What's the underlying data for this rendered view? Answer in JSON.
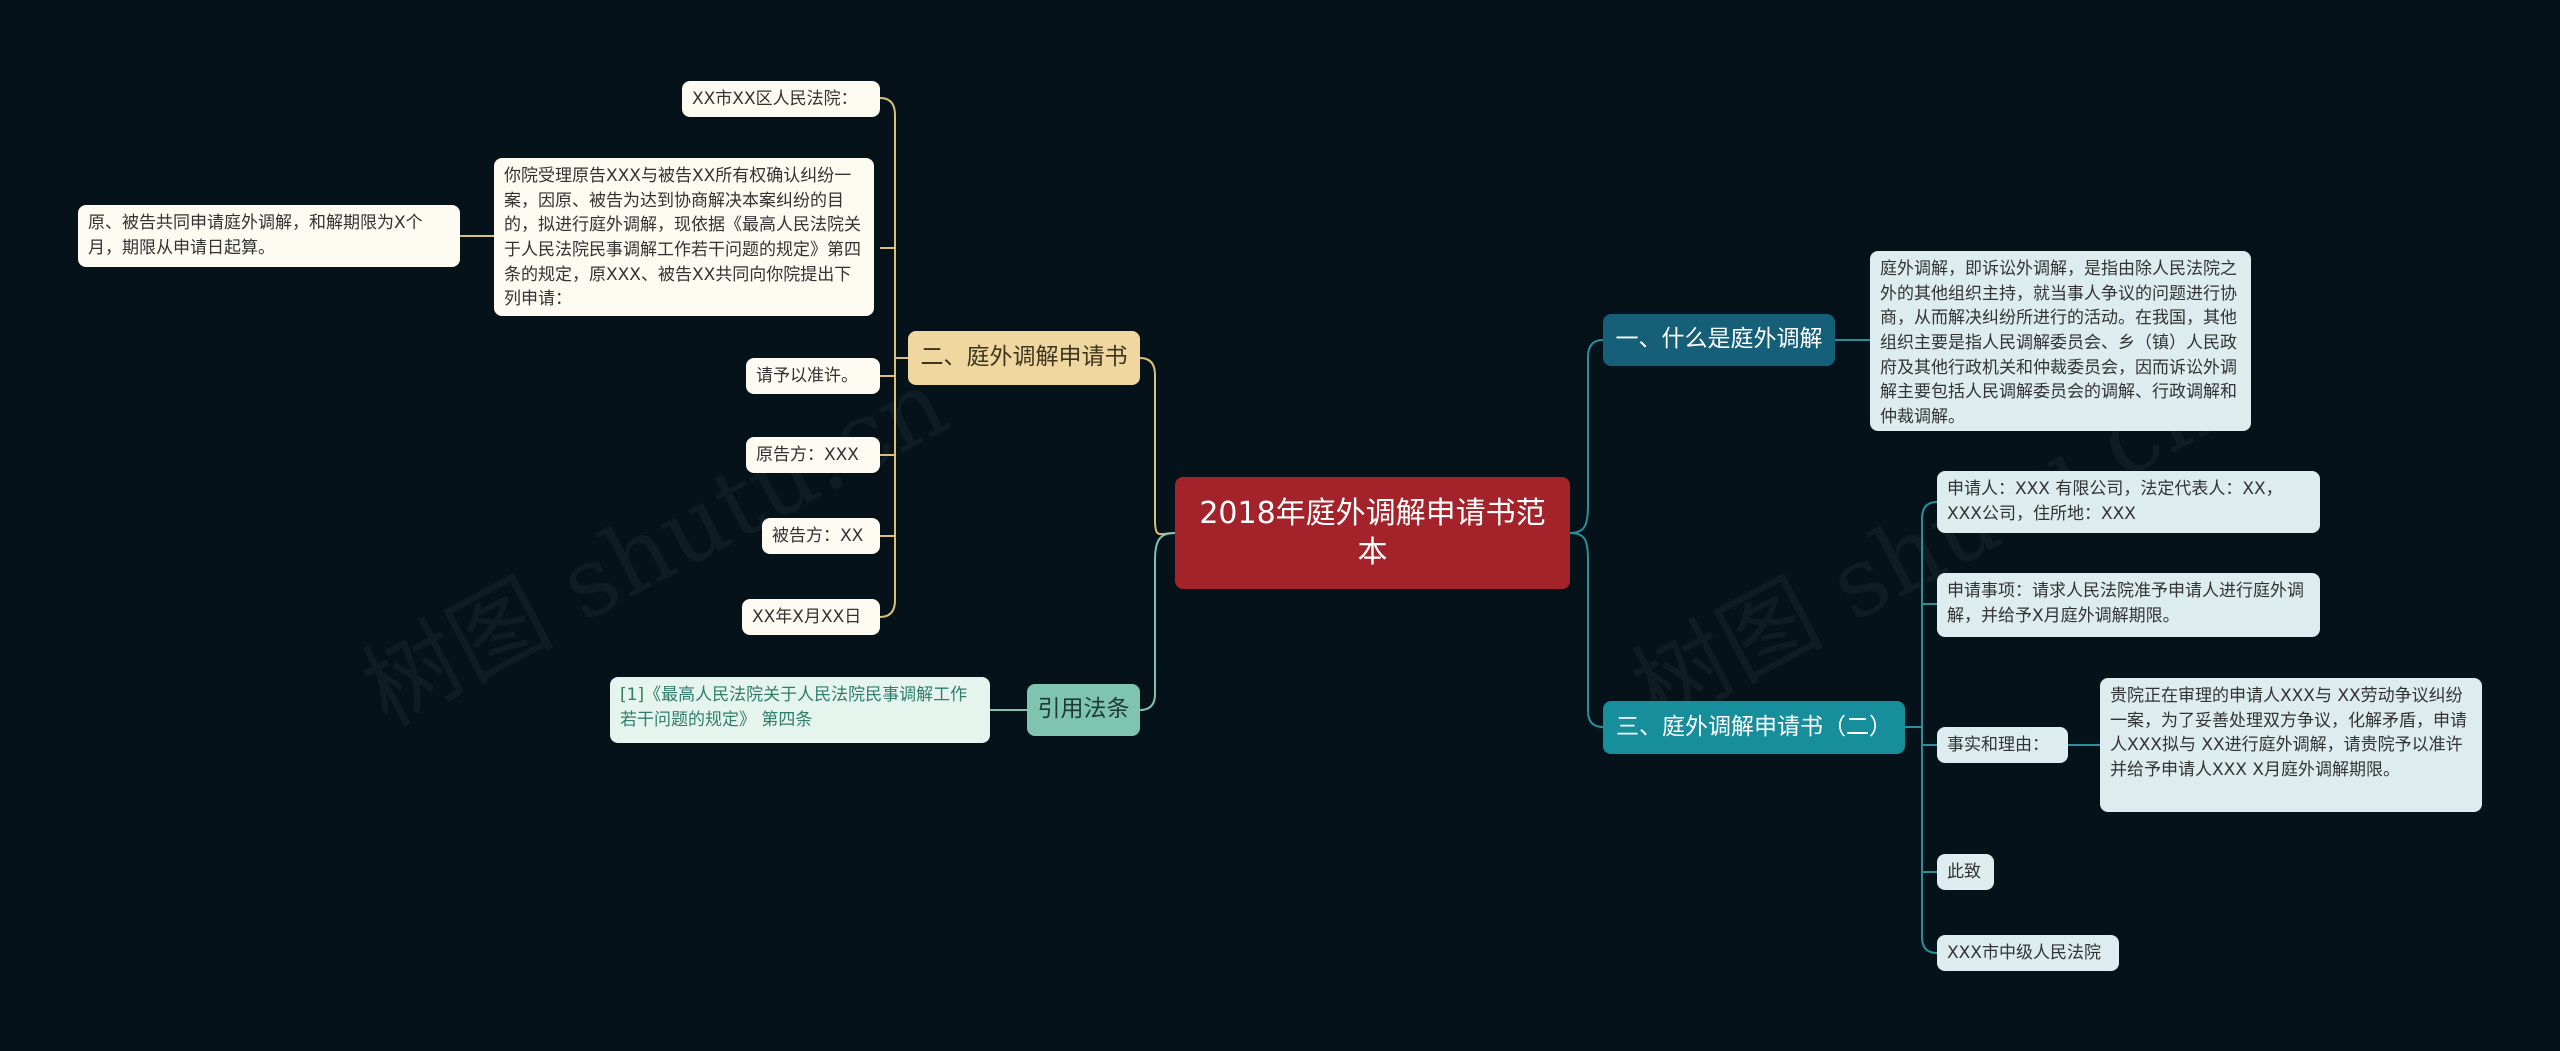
{
  "center": "2018年庭外调解申请书范本",
  "watermarks": [
    "树图 shutu.cn",
    "树图 shutu.cn"
  ],
  "colors": {
    "background": "#06121a",
    "center": "#a4232a",
    "branch_tan": "#efd79f",
    "branch_green": "#7fc4ae",
    "branch_blue": "#155f78",
    "branch_teal": "#168e9b",
    "line_left": "#d9c07a",
    "line_right": "#2a8f9b"
  },
  "left": {
    "branch2": {
      "label": "二、庭外调解申请书",
      "items": [
        "XX市XX区人民法院：",
        "你院受理原告XXX与被告XX所有权确认纠纷一案，因原、被告为达到协商解决本案纠纷的目的，拟进行庭外调解，现依据《最高人民法院关于人民法院民事调解工作若干问题的规定》第四条的规定，原XXX、被告XX共同向你院提出下列申请：",
        "请予以准许。",
        "原告方：XXX",
        "被告方：XX",
        "XX年X月XX日"
      ],
      "sub": "原、被告共同申请庭外调解，和解期限为X个月，期限从申请日起算。"
    },
    "ref": {
      "label": "引用法条",
      "item": "[1]《最高人民法院关于人民法院民事调解工作若干问题的规定》 第四条"
    }
  },
  "right": {
    "branch1": {
      "label": "一、什么是庭外调解",
      "text": "庭外调解，即诉讼外调解，是指由除人民法院之外的其他组织主持，就当事人争议的问题进行协商，从而解决纠纷所进行的活动。在我国，其他组织主要是指人民调解委员会、乡（镇）人民政府及其他行政机关和仲裁委员会，因而诉讼外调解主要包括人民调解委员会的调解、行政调解和仲裁调解。"
    },
    "branch3": {
      "label": "三、庭外调解申请书（二）",
      "items": [
        "申请人：XXX 有限公司，法定代表人：XX，XXX公司，住所地：XXX",
        "申请事项：请求人民法院准予申请人进行庭外调解，并给予X月庭外调解期限。",
        "事实和理由：",
        "此致",
        "XXX市中级人民法院"
      ],
      "sub": "贵院正在审理的申请人XXX与 XX劳动争议纠纷一案，为了妥善处理双方争议，化解矛盾，申请人XXX拟与 XX进行庭外调解，请贵院予以准许并给予申请人XXX  X月庭外调解期限。"
    }
  }
}
